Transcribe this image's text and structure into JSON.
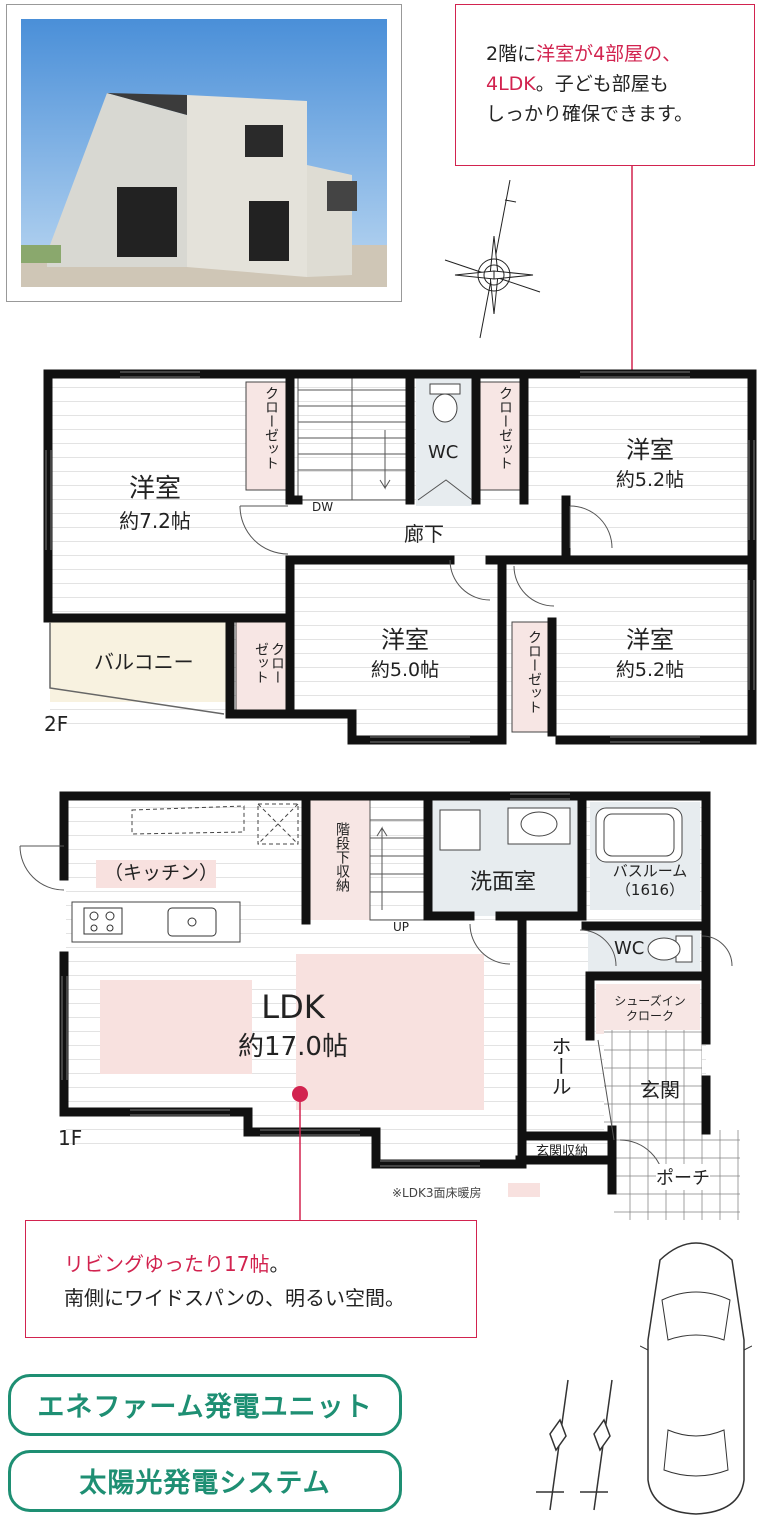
{
  "callout_top": {
    "line1_prefix": "2階に",
    "line1_pink": "洋室が4部屋の、",
    "line2_pink": "4LDK",
    "line2_rest": "。子ども部屋も",
    "line3": "しっかり確保できます。"
  },
  "callout_bottom": {
    "line1_pink": "リビングゆったり17帖",
    "line1_rest": "。",
    "line2": "南側にワイドスパンの、明るい空間。"
  },
  "floor2": {
    "label": "2F",
    "room_nw_name": "洋室",
    "room_nw_size": "約7.2帖",
    "room_ne_name": "洋室",
    "room_ne_size": "約5.2帖",
    "room_sc_name": "洋室",
    "room_sc_size": "約5.0帖",
    "room_se_name": "洋室",
    "room_se_size": "約5.2帖",
    "closet": "クローゼット",
    "closet_split_a": "ゼット",
    "closet_split_b": "クロー",
    "wc": "WC",
    "hallway": "廊下",
    "dw": "DW",
    "balcony": "バルコニー"
  },
  "floor1": {
    "label": "1F",
    "kitchen": "（キッチン）",
    "ldk": "LDK",
    "ldk_size": "約17.0帖",
    "stair_storage": "階段下収納",
    "up": "UP",
    "washroom": "洗面室",
    "bathroom": "バスルーム",
    "bathroom_size": "（1616）",
    "wc": "WC",
    "shoe_cloak_1": "シューズイン",
    "shoe_cloak_2": "クローク",
    "entrance": "玄関",
    "hall": "ホール",
    "entrance_storage": "玄関収納",
    "porch": "ポーチ",
    "floor_heating_note": "※LDK3面床暖房"
  },
  "badges": {
    "enefarm": "エネファーム発電ユニット",
    "solar": "太陽光発電システム"
  },
  "colors": {
    "accent_pink": "#d2234f",
    "badge_green": "#1e8f73",
    "closet_fill": "#f7e6e4",
    "floor_heating_fill": "#f8e1df",
    "balcony_fill": "#f8f2e0",
    "wet_area_fill": "#e7ecef"
  }
}
